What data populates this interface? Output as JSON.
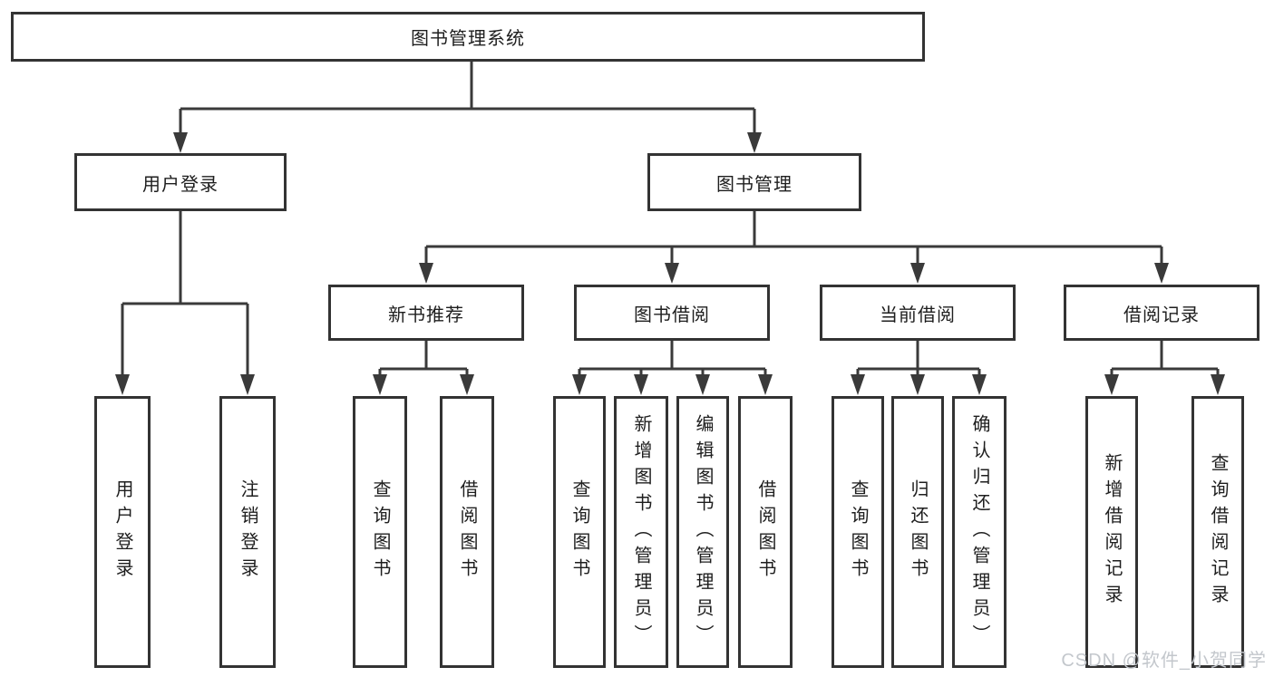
{
  "tree": {
    "root": {
      "label": "图书管理系统"
    },
    "branches": [
      {
        "label": "用户登录",
        "children": [
          {
            "label": "用户登录"
          },
          {
            "label": "注销登录"
          }
        ]
      },
      {
        "label": "图书管理",
        "children": [
          {
            "label": "新书推荐",
            "children": [
              {
                "label": "查询图书"
              },
              {
                "label": "借阅图书"
              }
            ]
          },
          {
            "label": "图书借阅",
            "children": [
              {
                "label": "查询图书"
              },
              {
                "label": "新增图书（管理员）"
              },
              {
                "label": "编辑图书（管理员）"
              },
              {
                "label": "借阅图书"
              }
            ]
          },
          {
            "label": "当前借阅",
            "children": [
              {
                "label": "查询图书"
              },
              {
                "label": "归还图书"
              },
              {
                "label": "确认归还（管理员）"
              }
            ]
          },
          {
            "label": "借阅记录",
            "children": [
              {
                "label": "新增借阅记录"
              },
              {
                "label": "查询借阅记录"
              }
            ]
          }
        ]
      }
    ]
  },
  "watermark": "CSDN @软件_小贺同学",
  "colors": {
    "line": "#3a3a3a",
    "box_border": "#333333",
    "box_bg": "#ffffff",
    "text": "#1e1e1e",
    "watermark": "#c3c7cc",
    "background": "#ffffff"
  }
}
